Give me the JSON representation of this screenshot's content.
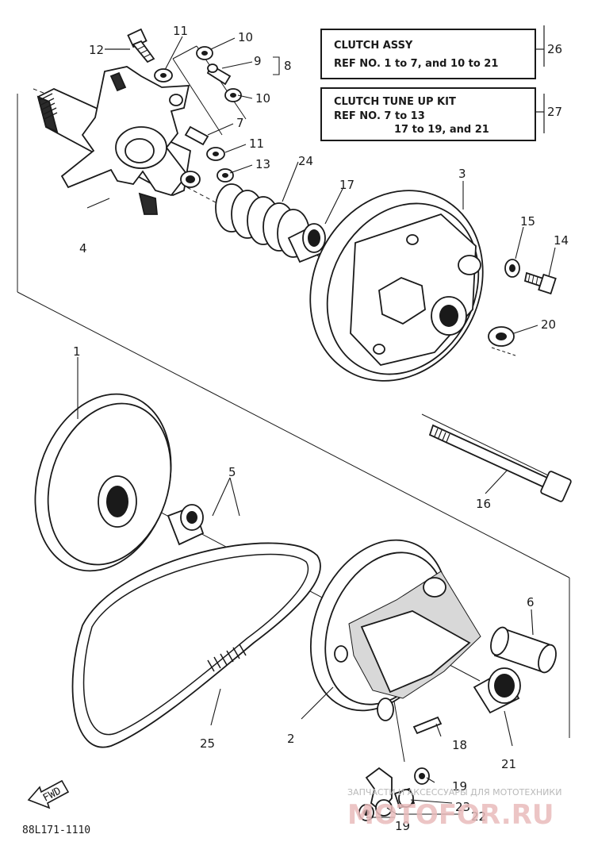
{
  "diagram": {
    "figure_code": "88L171-1110",
    "boxes": [
      {
        "title": "CLUTCH ASSY",
        "text": "REF NO. 1 to 7, and 10 to 21",
        "callout": "26"
      },
      {
        "title": "CLUTCH TUNE UP KIT",
        "text_1": "REF NO. 7 to 13",
        "text_2": "17 to 19, and 21",
        "callout": "27"
      }
    ],
    "callouts": {
      "c1": "1",
      "c2": "2",
      "c3": "3",
      "c4": "4",
      "c5": "5",
      "c6": "6",
      "c7": "7",
      "c8": "8",
      "c9": "9",
      "c10a": "10",
      "c10b": "10",
      "c11a": "11",
      "c11b": "11",
      "c12": "12",
      "c13": "13",
      "c14": "14",
      "c15": "15",
      "c16": "16",
      "c17": "17",
      "c18": "18",
      "c19a": "19",
      "c19b": "19",
      "c20": "20",
      "c21": "21",
      "c22": "22",
      "c23": "23",
      "c24": "24",
      "c25": "25"
    },
    "fwd_label": "FWD",
    "watermark": {
      "small": "ЗАПЧАСТИ И АКСЕССУАРЫ ДЛЯ МОТОТЕХНИКИ",
      "big": "MOTOFOR.RU"
    }
  }
}
